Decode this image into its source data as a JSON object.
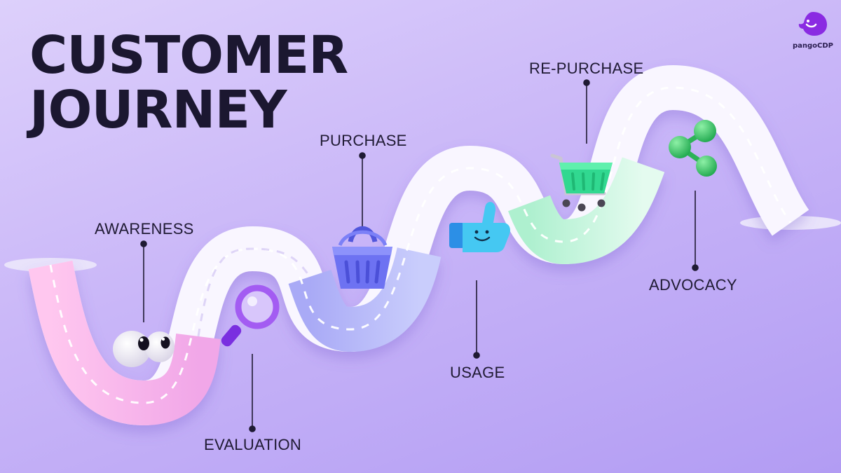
{
  "title": {
    "line1": "CUSTOMER",
    "line2": "JOURNEY"
  },
  "brand": {
    "name": "pangoCDP",
    "color": "#8a2be2"
  },
  "stages": [
    {
      "id": "awareness",
      "label": "AWARENESS",
      "icon": "eyes-icon"
    },
    {
      "id": "evaluation",
      "label": "EVALUATION",
      "icon": "magnifier-icon"
    },
    {
      "id": "purchase",
      "label": "PURCHASE",
      "icon": "basket-icon"
    },
    {
      "id": "usage",
      "label": "USAGE",
      "icon": "thumbs-up-icon"
    },
    {
      "id": "re-purchase",
      "label": "RE-PURCHASE",
      "icon": "shopping-cart-icon"
    },
    {
      "id": "advocacy",
      "label": "ADVOCACY",
      "icon": "share-icon"
    }
  ],
  "colors": {
    "title": "#1b1730",
    "road_pink": "#f6b6ec",
    "road_blue": "#bcc0fa",
    "road_green": "#c8f4dc",
    "road_white": "#fbf8ff",
    "basket": "#6d72f2",
    "cart": "#31d890",
    "share": "#35c96a",
    "thumb": "#3fc6f0",
    "magnifier": "#a35cf2"
  }
}
